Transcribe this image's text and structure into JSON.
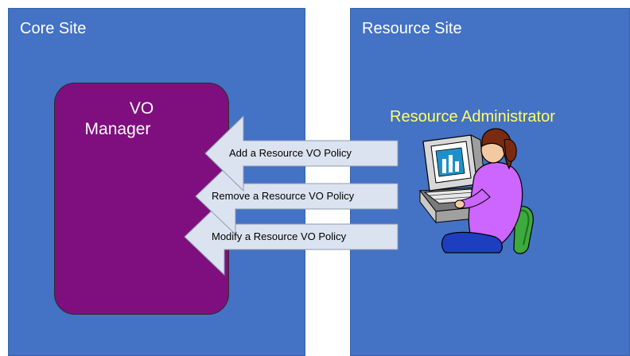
{
  "core_site": {
    "title": "Core Site"
  },
  "vo_manager": {
    "line1": "VO",
    "line2": "Manager"
  },
  "resource_site": {
    "title": "Resource Site"
  },
  "resource_admin": {
    "title": "Resource Administrator",
    "icon": "person-at-computer-icon"
  },
  "arrows": [
    {
      "label": "Add a Resource VO Policy"
    },
    {
      "label": "Remove a Resource VO Policy"
    },
    {
      "label": "Modify a Resource VO Policy"
    }
  ],
  "colors": {
    "panel": "#4472c4",
    "vo_box": "#7f0f7e",
    "arrow_fill": "#dce3f0",
    "admin_text": "#ffff66"
  }
}
